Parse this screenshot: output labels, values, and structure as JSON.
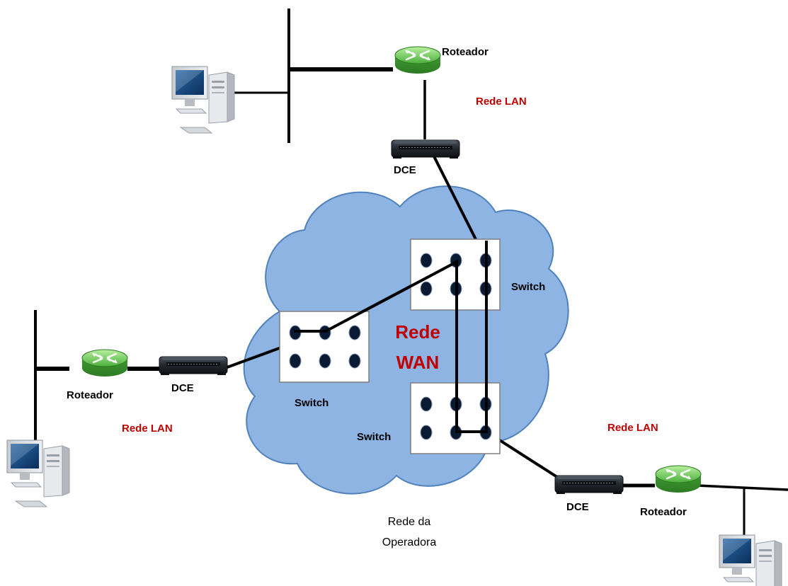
{
  "labels": {
    "router_top": "Roteador",
    "router_left": "Roteador",
    "router_right": "Roteador",
    "dce_top": "DCE",
    "dce_left": "DCE",
    "dce_right": "DCE",
    "lan_top": "Rede LAN",
    "lan_left": "Rede LAN",
    "lan_right": "Rede LAN",
    "switch_top": "Switch",
    "switch_left": "Switch",
    "switch_bottom": "Switch",
    "wan_line1": "Rede",
    "wan_line2": "WAN",
    "operator_line1": "Rede da",
    "operator_line2": "Operadora"
  },
  "colors": {
    "cloud_fill": "#8eb4e3",
    "cloud_stroke": "#4f81bd",
    "lan_text": "#c00000",
    "wan_text": "#c00000",
    "router_green": "#5bbf4a",
    "dce_dark": "#2a2f36",
    "line": "#000000"
  },
  "icons": [
    "router-icon",
    "dce-modem-icon",
    "switch-icon",
    "computer-icon",
    "wan-cloud"
  ]
}
